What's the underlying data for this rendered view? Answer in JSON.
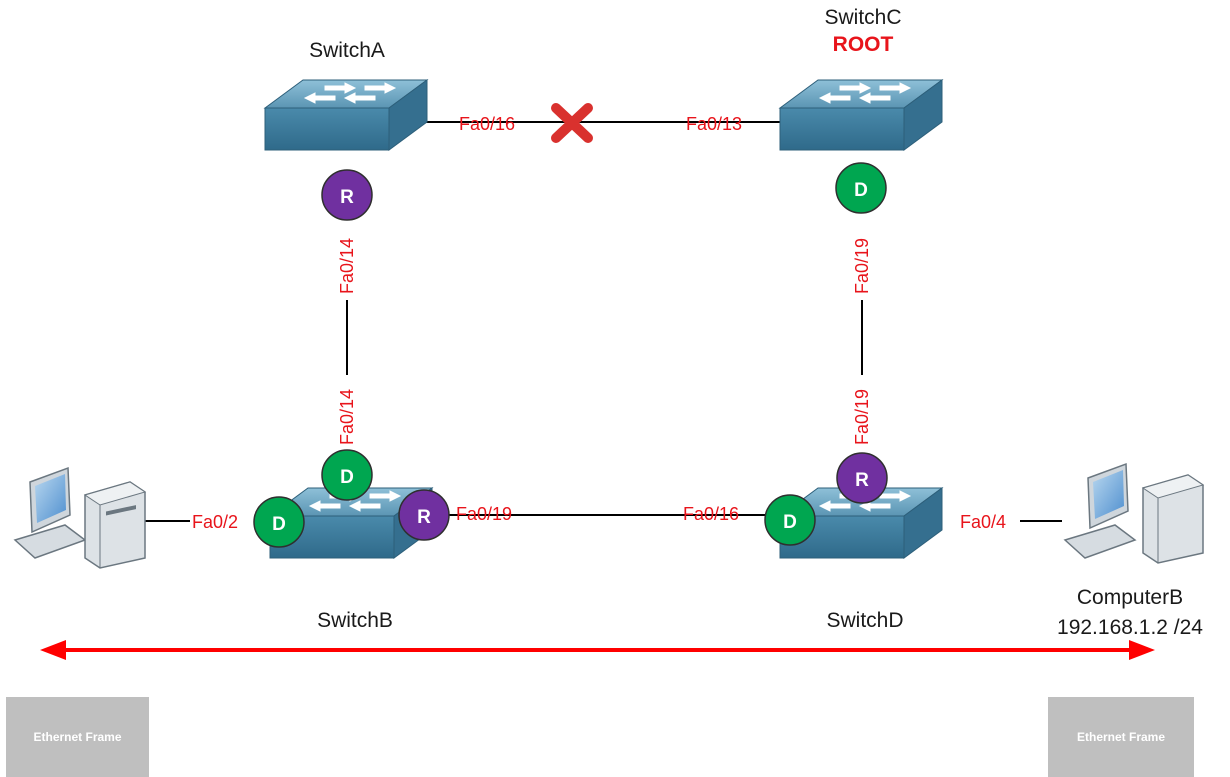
{
  "devices": {
    "switch_a": {
      "name": "SwitchA"
    },
    "switch_b": {
      "name": "SwitchB"
    },
    "switch_c": {
      "name": "SwitchC",
      "role": "ROOT"
    },
    "switch_d": {
      "name": "SwitchD"
    },
    "computer_b": {
      "name": "ComputerB",
      "ip": "192.168.1.2 /24"
    }
  },
  "ports": {
    "a_to_c": "Fa0/16",
    "c_to_a": "Fa0/13",
    "a_to_b": "Fa0/14",
    "b_to_a": "Fa0/14",
    "c_to_d": "Fa0/19",
    "d_to_c": "Fa0/19",
    "b_to_pc": "Fa0/2",
    "b_to_d": "Fa0/19",
    "d_to_b": "Fa0/16",
    "d_to_pc": "Fa0/4"
  },
  "port_roles": {
    "root": "R",
    "designated": "D"
  },
  "frames": {
    "left": "Ethernet Frame",
    "right": "Ethernet Frame"
  },
  "colors": {
    "port_label": "#e8141b",
    "root_port": "#7030a0",
    "designated_port": "#00a650",
    "blocked_mark": "#d9312e",
    "switch_top": "#6ea6c2",
    "switch_side": "#3f7f9f",
    "arrow": "#ff0000",
    "frame_box": "#bfbfbf"
  },
  "icons": {
    "switch": "switch-icon",
    "computer": "computer-icon",
    "blocked": "blocked-x-icon",
    "arrow": "double-arrow-icon"
  }
}
